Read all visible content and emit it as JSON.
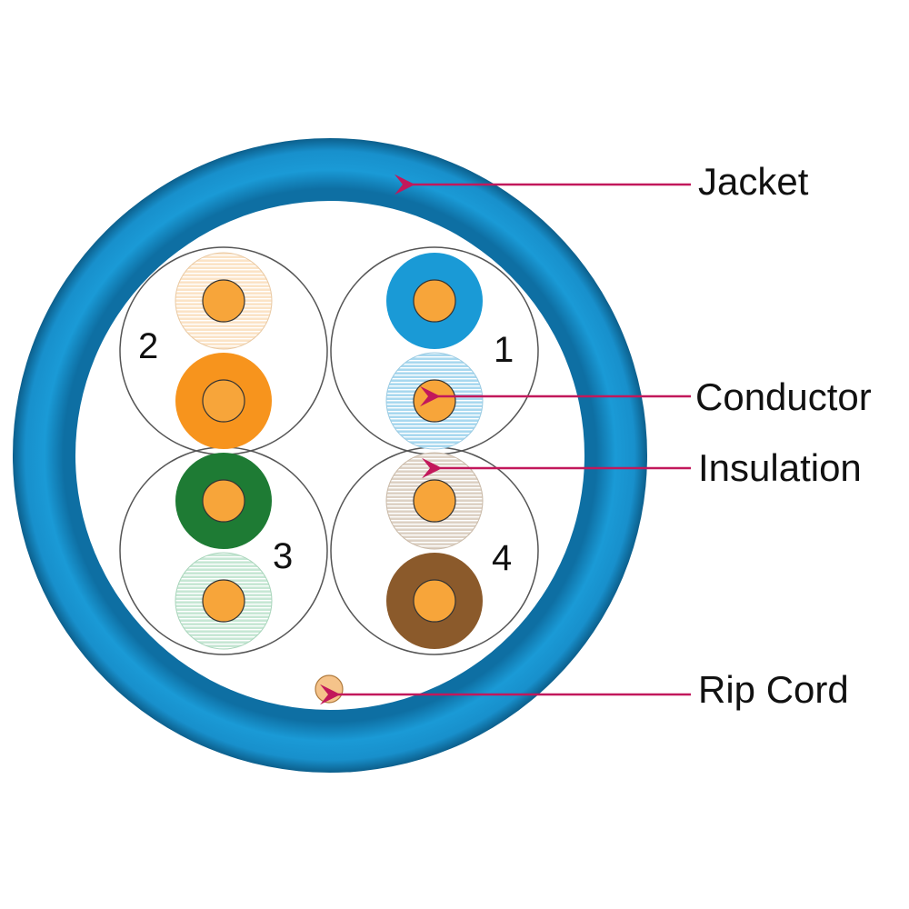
{
  "labels": {
    "jacket": "Jacket",
    "conductor": "Conductor",
    "insulation": "Insulation",
    "rip_cord": "Rip Cord"
  },
  "pairs": [
    {
      "number": "1",
      "solid_color": "#1a9ad6",
      "striped_color": "#a8d8ef"
    },
    {
      "number": "2",
      "solid_color": "#f7941d",
      "striped_color": "#fbe3c6"
    },
    {
      "number": "3",
      "solid_color": "#1e7b34",
      "striped_color": "#c6e7d4"
    },
    {
      "number": "4",
      "solid_color": "#8b5a2b",
      "striped_color": "#ddd1c4"
    }
  ],
  "colors": {
    "jacket": "#1a9ad6",
    "jacket_dark": "#0f6a9a",
    "conductor": "#f7a53a",
    "arrow": "#c2185b",
    "rip_cord": "#f5c38a"
  }
}
